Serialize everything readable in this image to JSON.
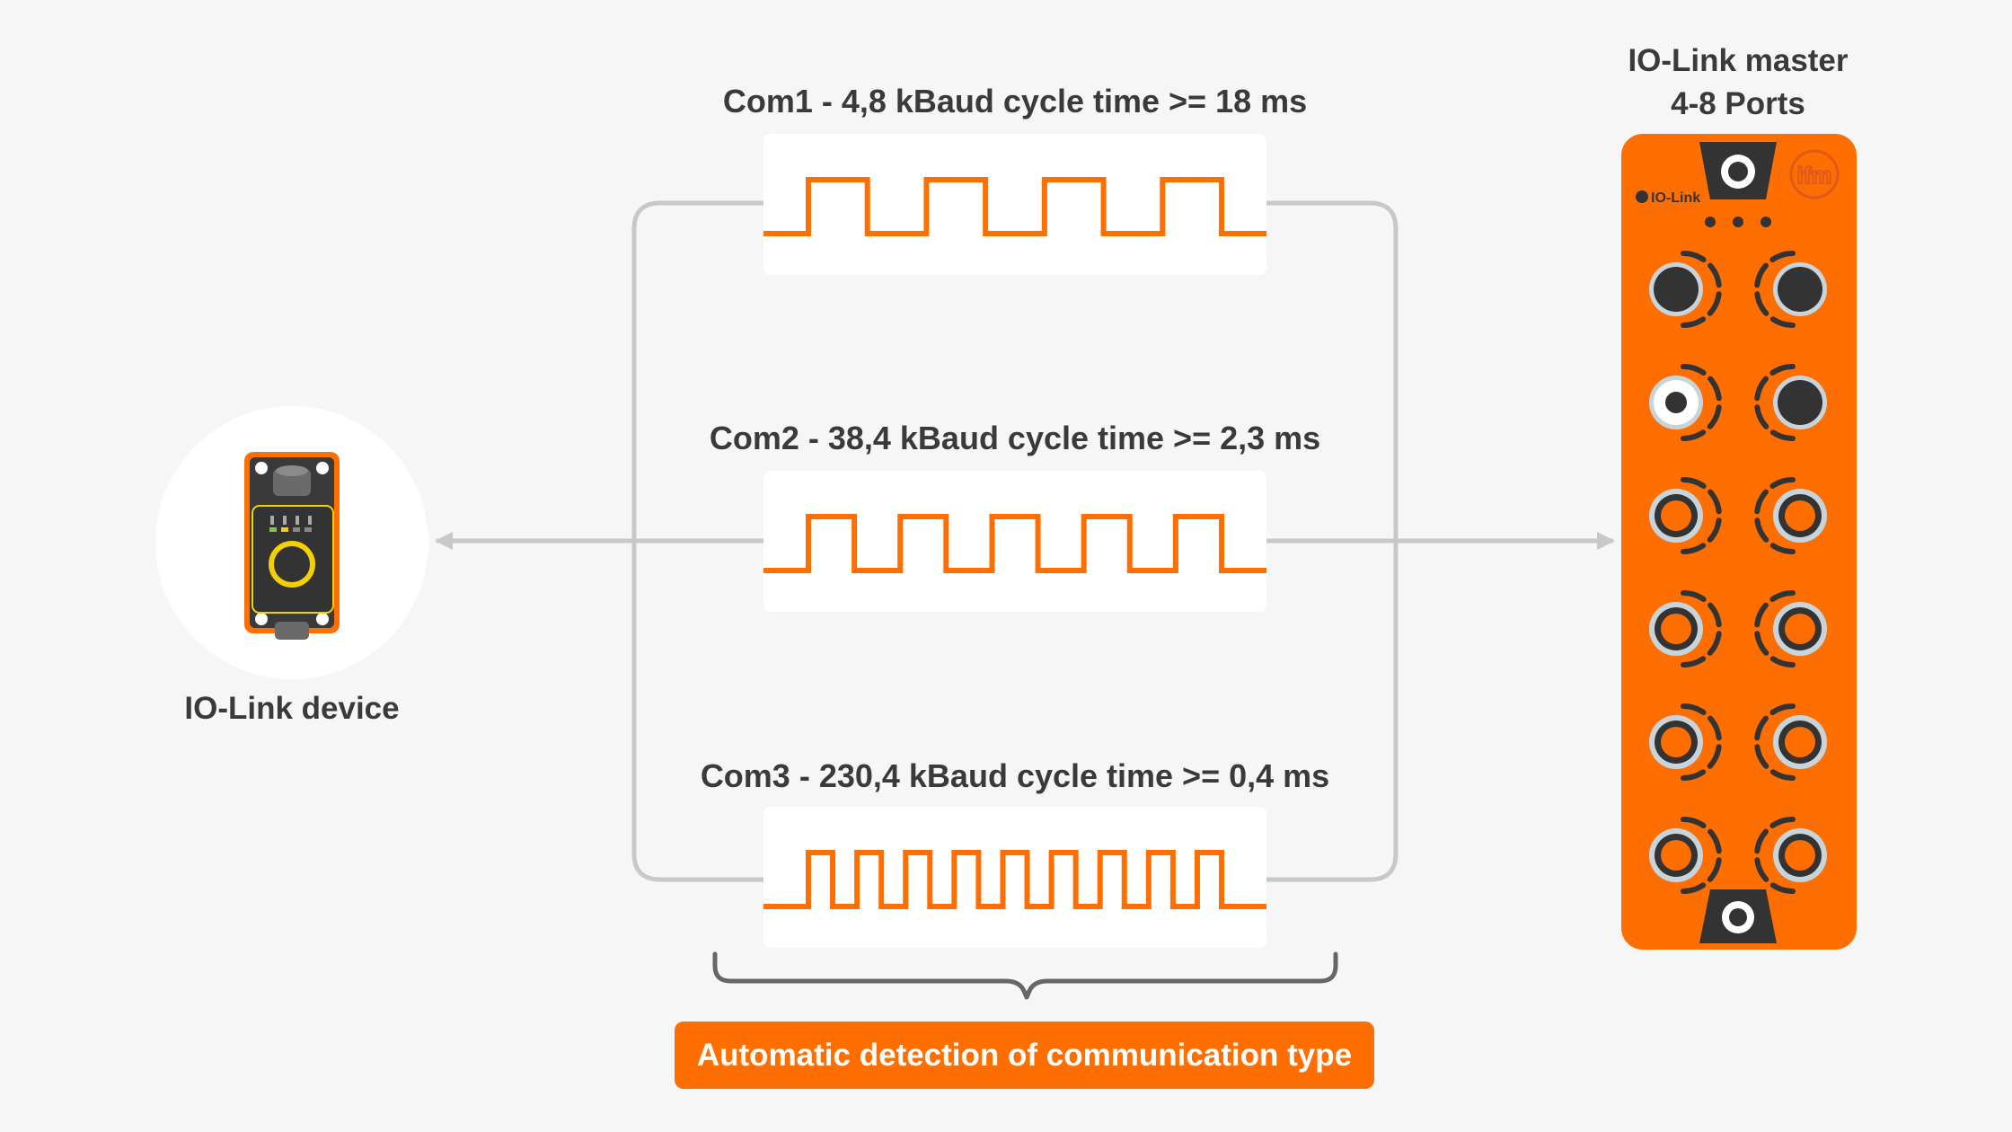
{
  "colors": {
    "background": "#f5f6f5",
    "accent": "#ff6e00",
    "line": "#c8c8c8",
    "text": "#3a3a3a",
    "device_ring": "#f5d000"
  },
  "channels": [
    {
      "title": "Com1 - 4,8 kBaud cycle time >= 18 ms",
      "pulses": 4
    },
    {
      "title": "Com2 - 38,4 kBaud cycle time >= 2,3 ms",
      "pulses": 5
    },
    {
      "title": "Com3 - 230,4 kBaud cycle time >= 0,4 ms",
      "pulses": 9
    }
  ],
  "device": {
    "label": "IO-Link device"
  },
  "master": {
    "title_line1": "IO-Link master",
    "title_line2": "4-8 Ports",
    "brand_text": "IO-Link",
    "logo_text": "ifm",
    "port_rows": 6
  },
  "banner": {
    "label": "Automatic detection of communication type"
  }
}
